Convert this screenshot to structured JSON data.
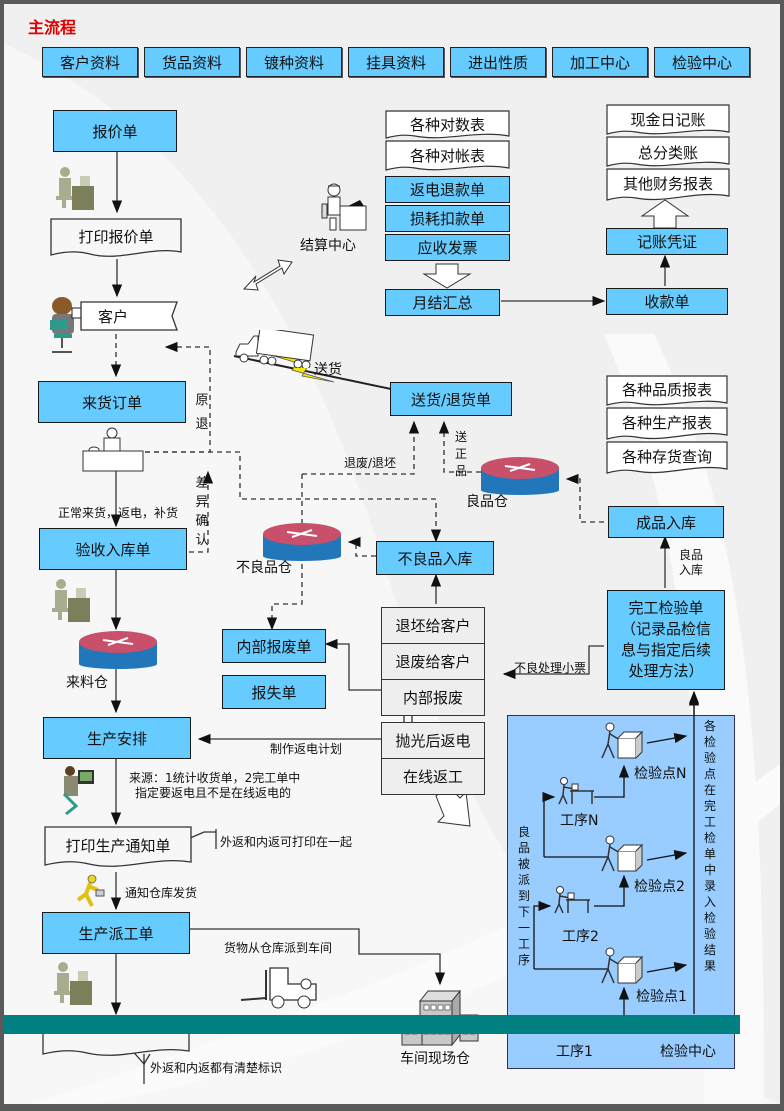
{
  "title": "主流程",
  "nav_buttons": [
    "客户资料",
    "货品资料",
    "镀种资料",
    "挂具资料",
    "进出性质",
    "加工中心",
    "检验中心"
  ],
  "left_flow": {
    "quote": "报价单",
    "print_quote": "打印报价单",
    "customer": "客户",
    "incoming_order": "来货订单",
    "receiving": "验收入库单",
    "incoming_warehouse": "来料仓",
    "production_schedule": "生产安排",
    "print_production_notice": "打印生产通知单",
    "production_dispatch": "生产派工单"
  },
  "settlement": {
    "center_label": "结算中心",
    "reports": [
      "各种对数表",
      "各种对帐表"
    ],
    "docs": [
      "返电退款单",
      "损耗扣款单",
      "应收发票"
    ],
    "monthly_summary": "月结汇总",
    "receipt": "收款单",
    "voucher": "记账凭证",
    "finance_reports": [
      "现金日记账",
      "总分类账",
      "其他财务报表"
    ]
  },
  "delivery": {
    "truck_label": "送货",
    "delivery_return": "送货/退货单",
    "good_warehouse": "良品仓",
    "finished_in": "成品入库",
    "defect_warehouse": "不良品仓",
    "defect_in": "不良品入库",
    "quality_reports": [
      "各种品质报表",
      "各种生产报表",
      "各种存货查询"
    ]
  },
  "disposal": {
    "internal_scrap_doc": "内部报废单",
    "loss_report": "报失单",
    "options": [
      "退坯给客户",
      "退废给客户",
      "内部报废"
    ],
    "rework_options": [
      "抛光后返电",
      "在线返工"
    ]
  },
  "inspection": {
    "completion_doc": "完工检验单（记录品检信息与指定后续处理方法）",
    "completion_doc_lines": [
      "完工检验单",
      "（记录品检信",
      "息与指定后续",
      "处理方法）"
    ],
    "processes": [
      "工序N",
      "工序2",
      "工序1"
    ],
    "checkpoints": [
      "检验点N",
      "检验点2",
      "检验点1"
    ],
    "center": "检验中心",
    "side_note": "各检验点在完工检单中录入检验结果",
    "left_note": "良品被派到下一工序"
  },
  "annotations": {
    "original_return": "原退",
    "diff_confirm": "差异确认",
    "normal_incoming": "正常来货，返电，补货",
    "scrap_return": "退废/退坯",
    "send_good": "送正品",
    "good_in": "良品入库",
    "defect_ticket": "不良处理小票",
    "make_replating_plan": "制作返电计划",
    "source_line1": "来源：1统计收货单，2完工单中",
    "source_line2": "指定要返电且不是在线返电的",
    "print_together": "外返和内返可打印在一起",
    "notify_warehouse": "通知仓库发货",
    "goods_dispatch": "货物从仓库派到车间",
    "workshop_warehouse": "车间现场仓",
    "clear_marking": "外返和内返都有清楚标识"
  },
  "colors": {
    "box_fill": "#66ccff",
    "panel_fill": "#99ccff",
    "title_red": "#e00000",
    "band_teal": "#008080",
    "warehouse_top": "#c8506a",
    "warehouse_side": "#2277bb"
  }
}
